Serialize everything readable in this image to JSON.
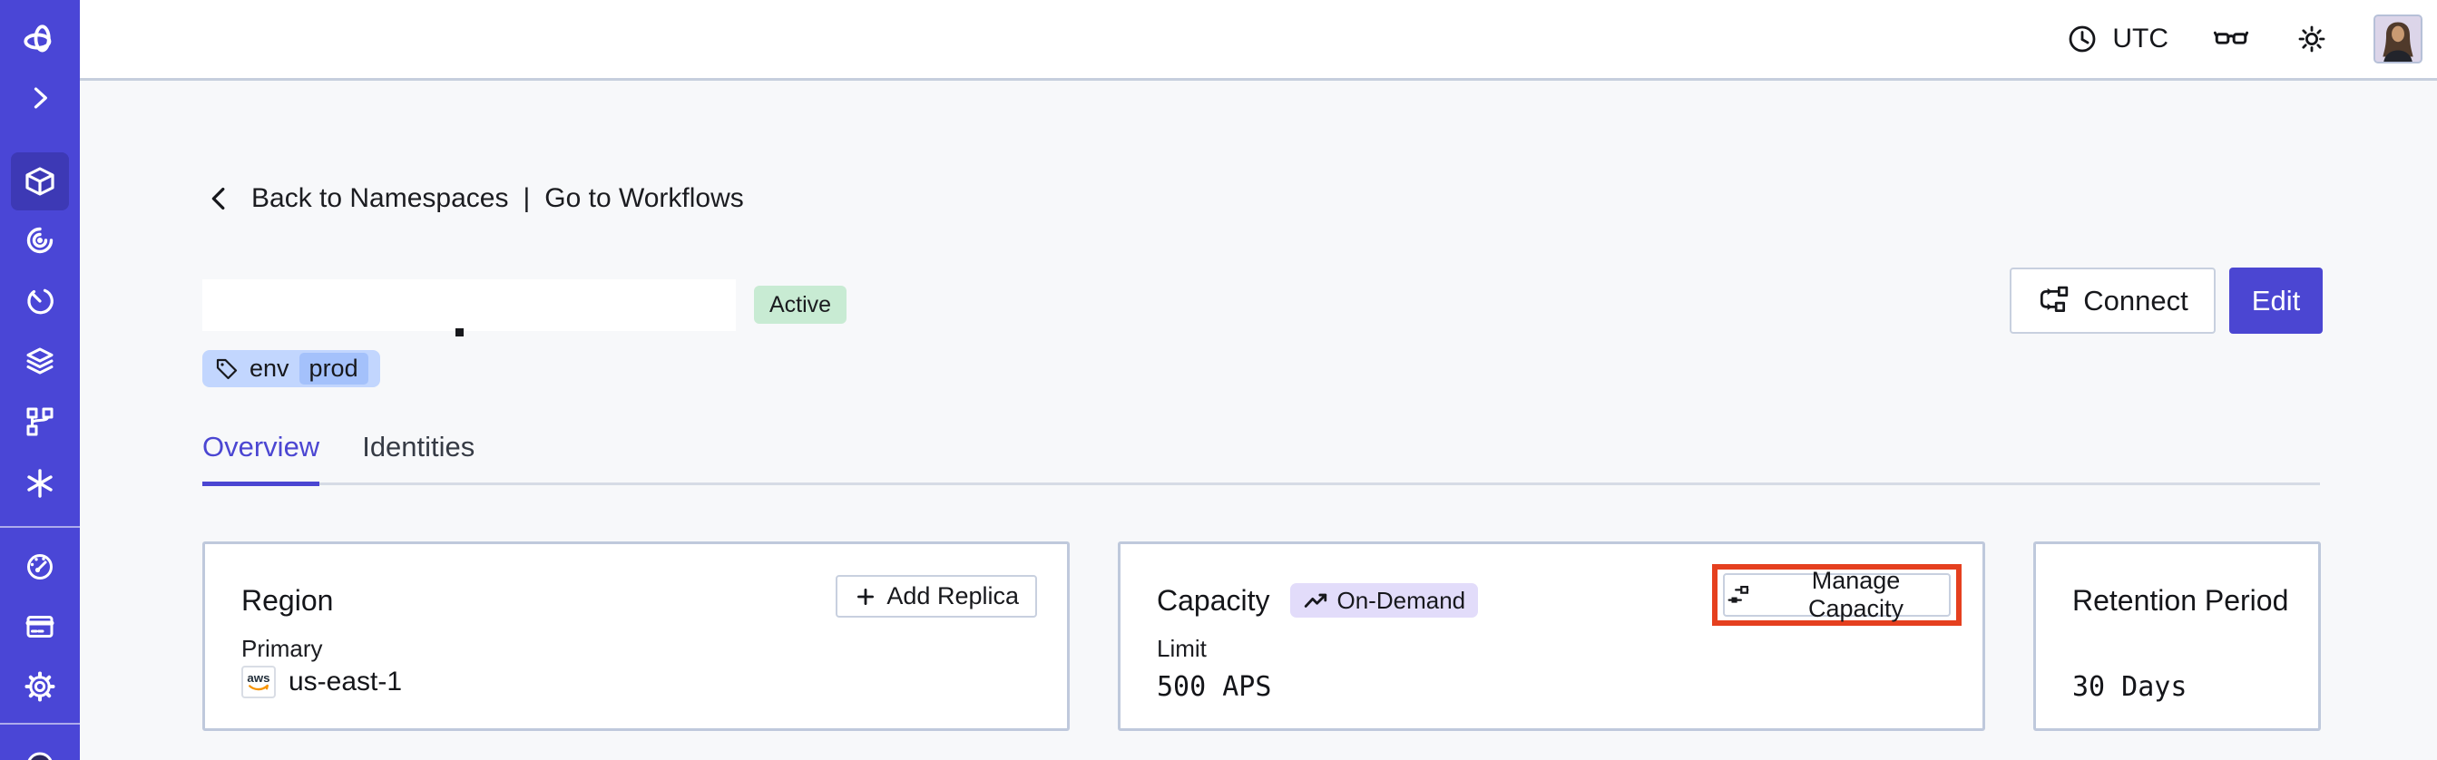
{
  "colors": {
    "sidebar_bg": "#4A46D6",
    "sidebar_active_bg": "#3D39B5",
    "accent_indigo": "#4B46D2",
    "status_green_bg": "#C8EBD3",
    "tag_blue_bg": "#C2D6FE",
    "tag_blue_inner_bg": "#A4C1FB",
    "ondemand_purple_bg": "#E2DCFA",
    "annotation_red": "#E5401F",
    "page_bg": "#F7F8FA",
    "card_border": "#BFC9DC"
  },
  "sidebar": {
    "items": [
      {
        "name": "temporal-logo"
      },
      {
        "name": "expand-chevron"
      },
      {
        "name": "namespaces-cube",
        "active": true
      },
      {
        "name": "workflows-spiral"
      },
      {
        "name": "schedules-timer"
      },
      {
        "name": "batch-layers"
      },
      {
        "name": "deployments-branch"
      },
      {
        "name": "nexus-asterisk"
      },
      {
        "name": "usage-gauge"
      },
      {
        "name": "billing-card"
      },
      {
        "name": "settings-gear"
      },
      {
        "name": "help-partial"
      }
    ]
  },
  "topbar": {
    "timezone_label": "UTC",
    "icons": [
      "clock-icon",
      "glasses-icon",
      "brightness-icon",
      "user-avatar"
    ]
  },
  "breadcrumb": {
    "back_label": "Back to Namespaces",
    "separator": "|",
    "workflows_label": "Go to Workflows"
  },
  "header": {
    "status_badge": "Active",
    "tag": {
      "key": "env",
      "value": "prod"
    },
    "connect_label": "Connect",
    "edit_label": "Edit"
  },
  "tabs": [
    {
      "label": "Overview",
      "active": true
    },
    {
      "label": "Identities",
      "active": false
    }
  ],
  "cards": {
    "region": {
      "title": "Region",
      "add_replica_label": "Add Replica",
      "field_label": "Primary",
      "provider": "aws",
      "value": "us-east-1"
    },
    "capacity": {
      "title": "Capacity",
      "badge_label": "On-Demand",
      "manage_label": "Manage Capacity",
      "field_label": "Limit",
      "value": "500 APS"
    },
    "retention": {
      "title": "Retention Period",
      "value": "30 Days"
    }
  }
}
